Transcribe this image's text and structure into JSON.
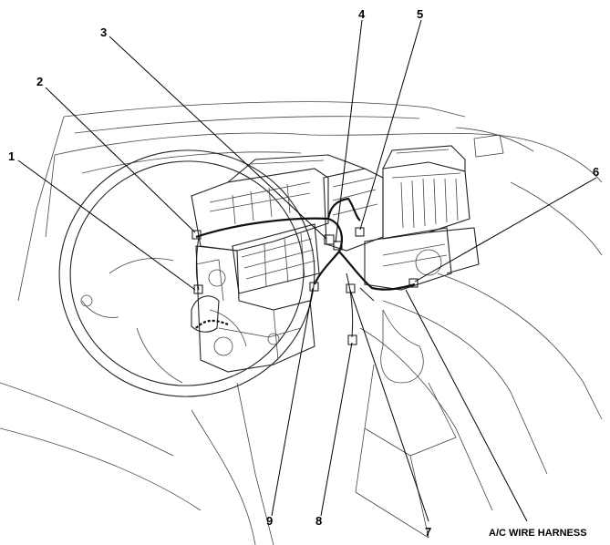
{
  "callouts": [
    {
      "id": "callout-1",
      "label": "1"
    },
    {
      "id": "callout-2",
      "label": "2"
    },
    {
      "id": "callout-3",
      "label": "3"
    },
    {
      "id": "callout-4",
      "label": "4"
    },
    {
      "id": "callout-5",
      "label": "5"
    },
    {
      "id": "callout-6",
      "label": "6"
    },
    {
      "id": "callout-7",
      "label": "7"
    },
    {
      "id": "callout-8",
      "label": "8"
    },
    {
      "id": "callout-9",
      "label": "9"
    }
  ],
  "harness_label": "A/C WIRE HARNESS"
}
